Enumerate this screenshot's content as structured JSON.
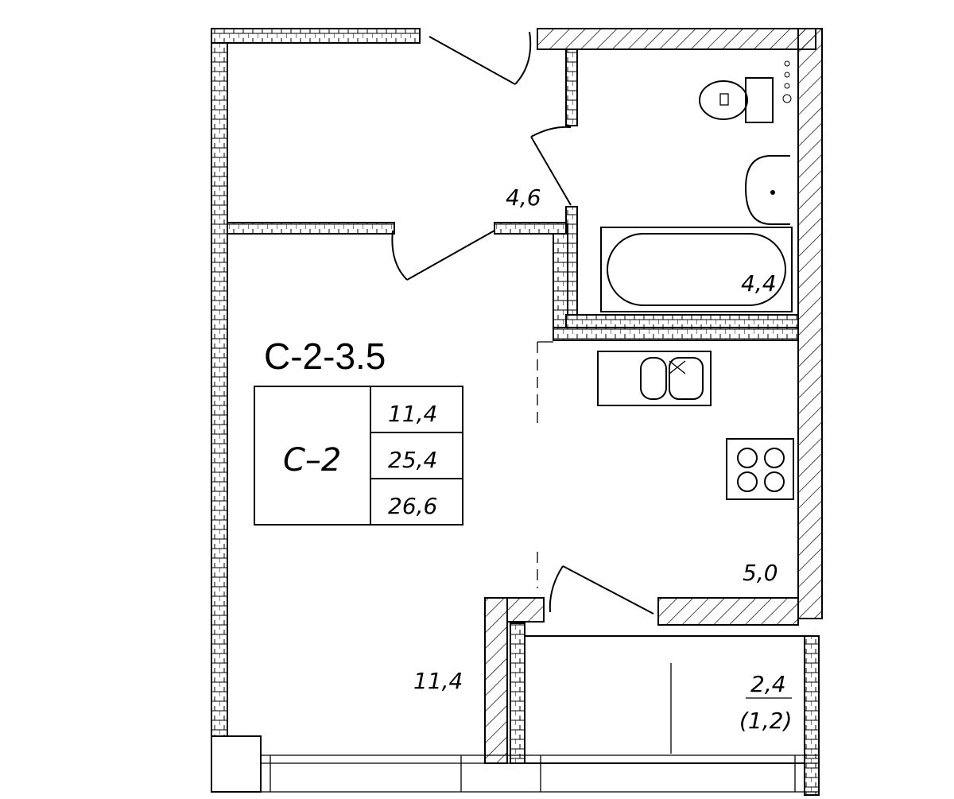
{
  "plan": {
    "apartment_code": "С-2-3.5",
    "summary_table": {
      "type_code": "С–2",
      "values": [
        "11,4",
        "25,4",
        "26,6"
      ]
    },
    "rooms": {
      "hall_area": "4,6",
      "bathroom_area": "4,4",
      "kitchen_area": "5,0",
      "living_area": "11,4",
      "balcony_area": "2,4",
      "balcony_area_reduced": "(1,2)"
    }
  }
}
